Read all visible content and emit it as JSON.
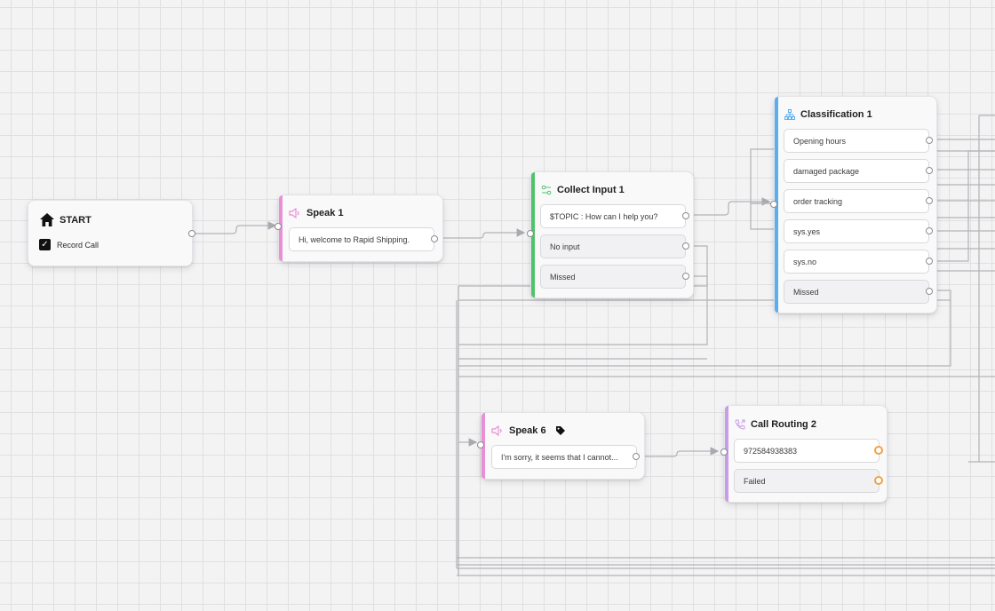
{
  "colors": {
    "speak_accent": "#e88fd6",
    "collect_accent": "#4fc36a",
    "classification_accent": "#5aaef0",
    "routing_accent": "#c99be8",
    "port_failed": "#f0a24a",
    "wire": "#a9a9ae"
  },
  "nodes": {
    "start": {
      "title": "START",
      "icon": "home-icon",
      "options": [
        {
          "label": "Record Call",
          "checked": true
        }
      ]
    },
    "speak1": {
      "title": "Speak 1",
      "icon": "speaker-icon",
      "rows": [
        {
          "label": "Hi, welcome to Rapid Shipping."
        }
      ]
    },
    "collect1": {
      "title": "Collect Input 1",
      "icon": "sliders-icon",
      "rows": [
        {
          "label": "$TOPIC : How can I help you?"
        },
        {
          "label": "No input"
        },
        {
          "label": "Missed"
        }
      ]
    },
    "classification1": {
      "title": "Classification 1",
      "icon": "hierarchy-icon",
      "rows": [
        {
          "label": "Opening hours"
        },
        {
          "label": "damaged package"
        },
        {
          "label": "order tracking"
        },
        {
          "label": "sys.yes"
        },
        {
          "label": "sys.no"
        },
        {
          "label": "Missed"
        }
      ]
    },
    "speak6": {
      "title": "Speak 6",
      "icon": "speaker-icon",
      "tag_icon": "tag-icon",
      "rows": [
        {
          "label": "I'm sorry, it seems that I cannot..."
        }
      ]
    },
    "routing2": {
      "title": "Call Routing 2",
      "icon": "phone-routing-icon",
      "rows": [
        {
          "label": "972584938383"
        },
        {
          "label": "Failed"
        }
      ]
    }
  }
}
